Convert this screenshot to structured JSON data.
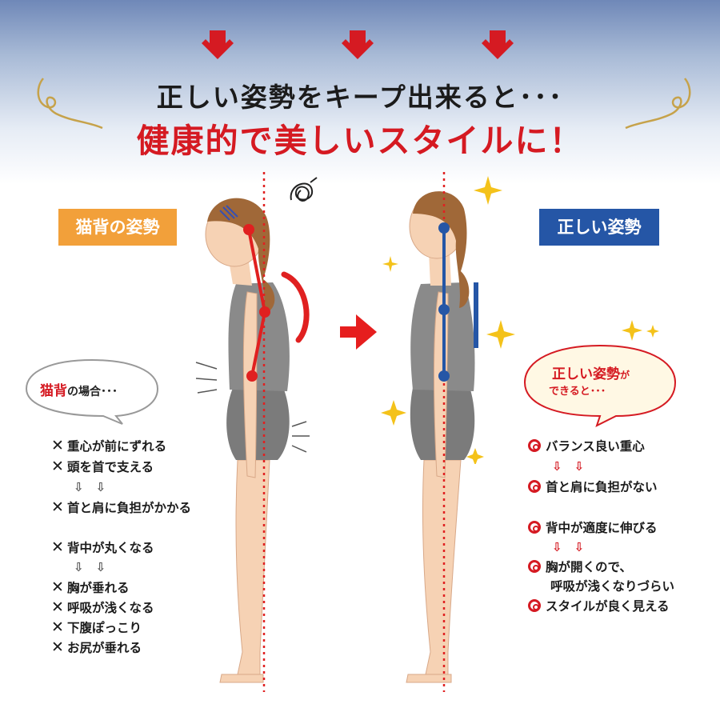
{
  "header": {
    "line1": "正しい姿勢をキープ出来ると･･･",
    "line2": "健康的で美しいスタイルに！"
  },
  "left": {
    "badge": "猫背の姿勢",
    "bubble_a": "猫背",
    "bubble_b": "の場合･･･",
    "mark": "✕",
    "items": [
      "重心が前にずれる",
      "頭を首で支える",
      "首と肩に負担がかかる",
      "背中が丸くなる",
      "胸が垂れる",
      "呼吸が浅くなる",
      "下腹ぽっこり",
      "お尻が垂れる"
    ],
    "arrows": "⇩　⇩"
  },
  "right": {
    "badge": "正しい姿勢",
    "bubble_a": "正しい姿勢",
    "bubble_b": "が",
    "bubble_c": "できると･･･",
    "items": [
      "バランス良い重心",
      "首と肩に負担がない",
      "背中が適度に伸びる",
      "胸が開くので、",
      "呼吸が浅くなりづらい",
      "スタイルが良く見える"
    ],
    "arrows": "⇩　⇩"
  },
  "colors": {
    "accent_red": "#d51a22",
    "bad_badge": "#f2a03a",
    "good_badge": "#2556a6",
    "header_blue": "#6f88b8"
  }
}
